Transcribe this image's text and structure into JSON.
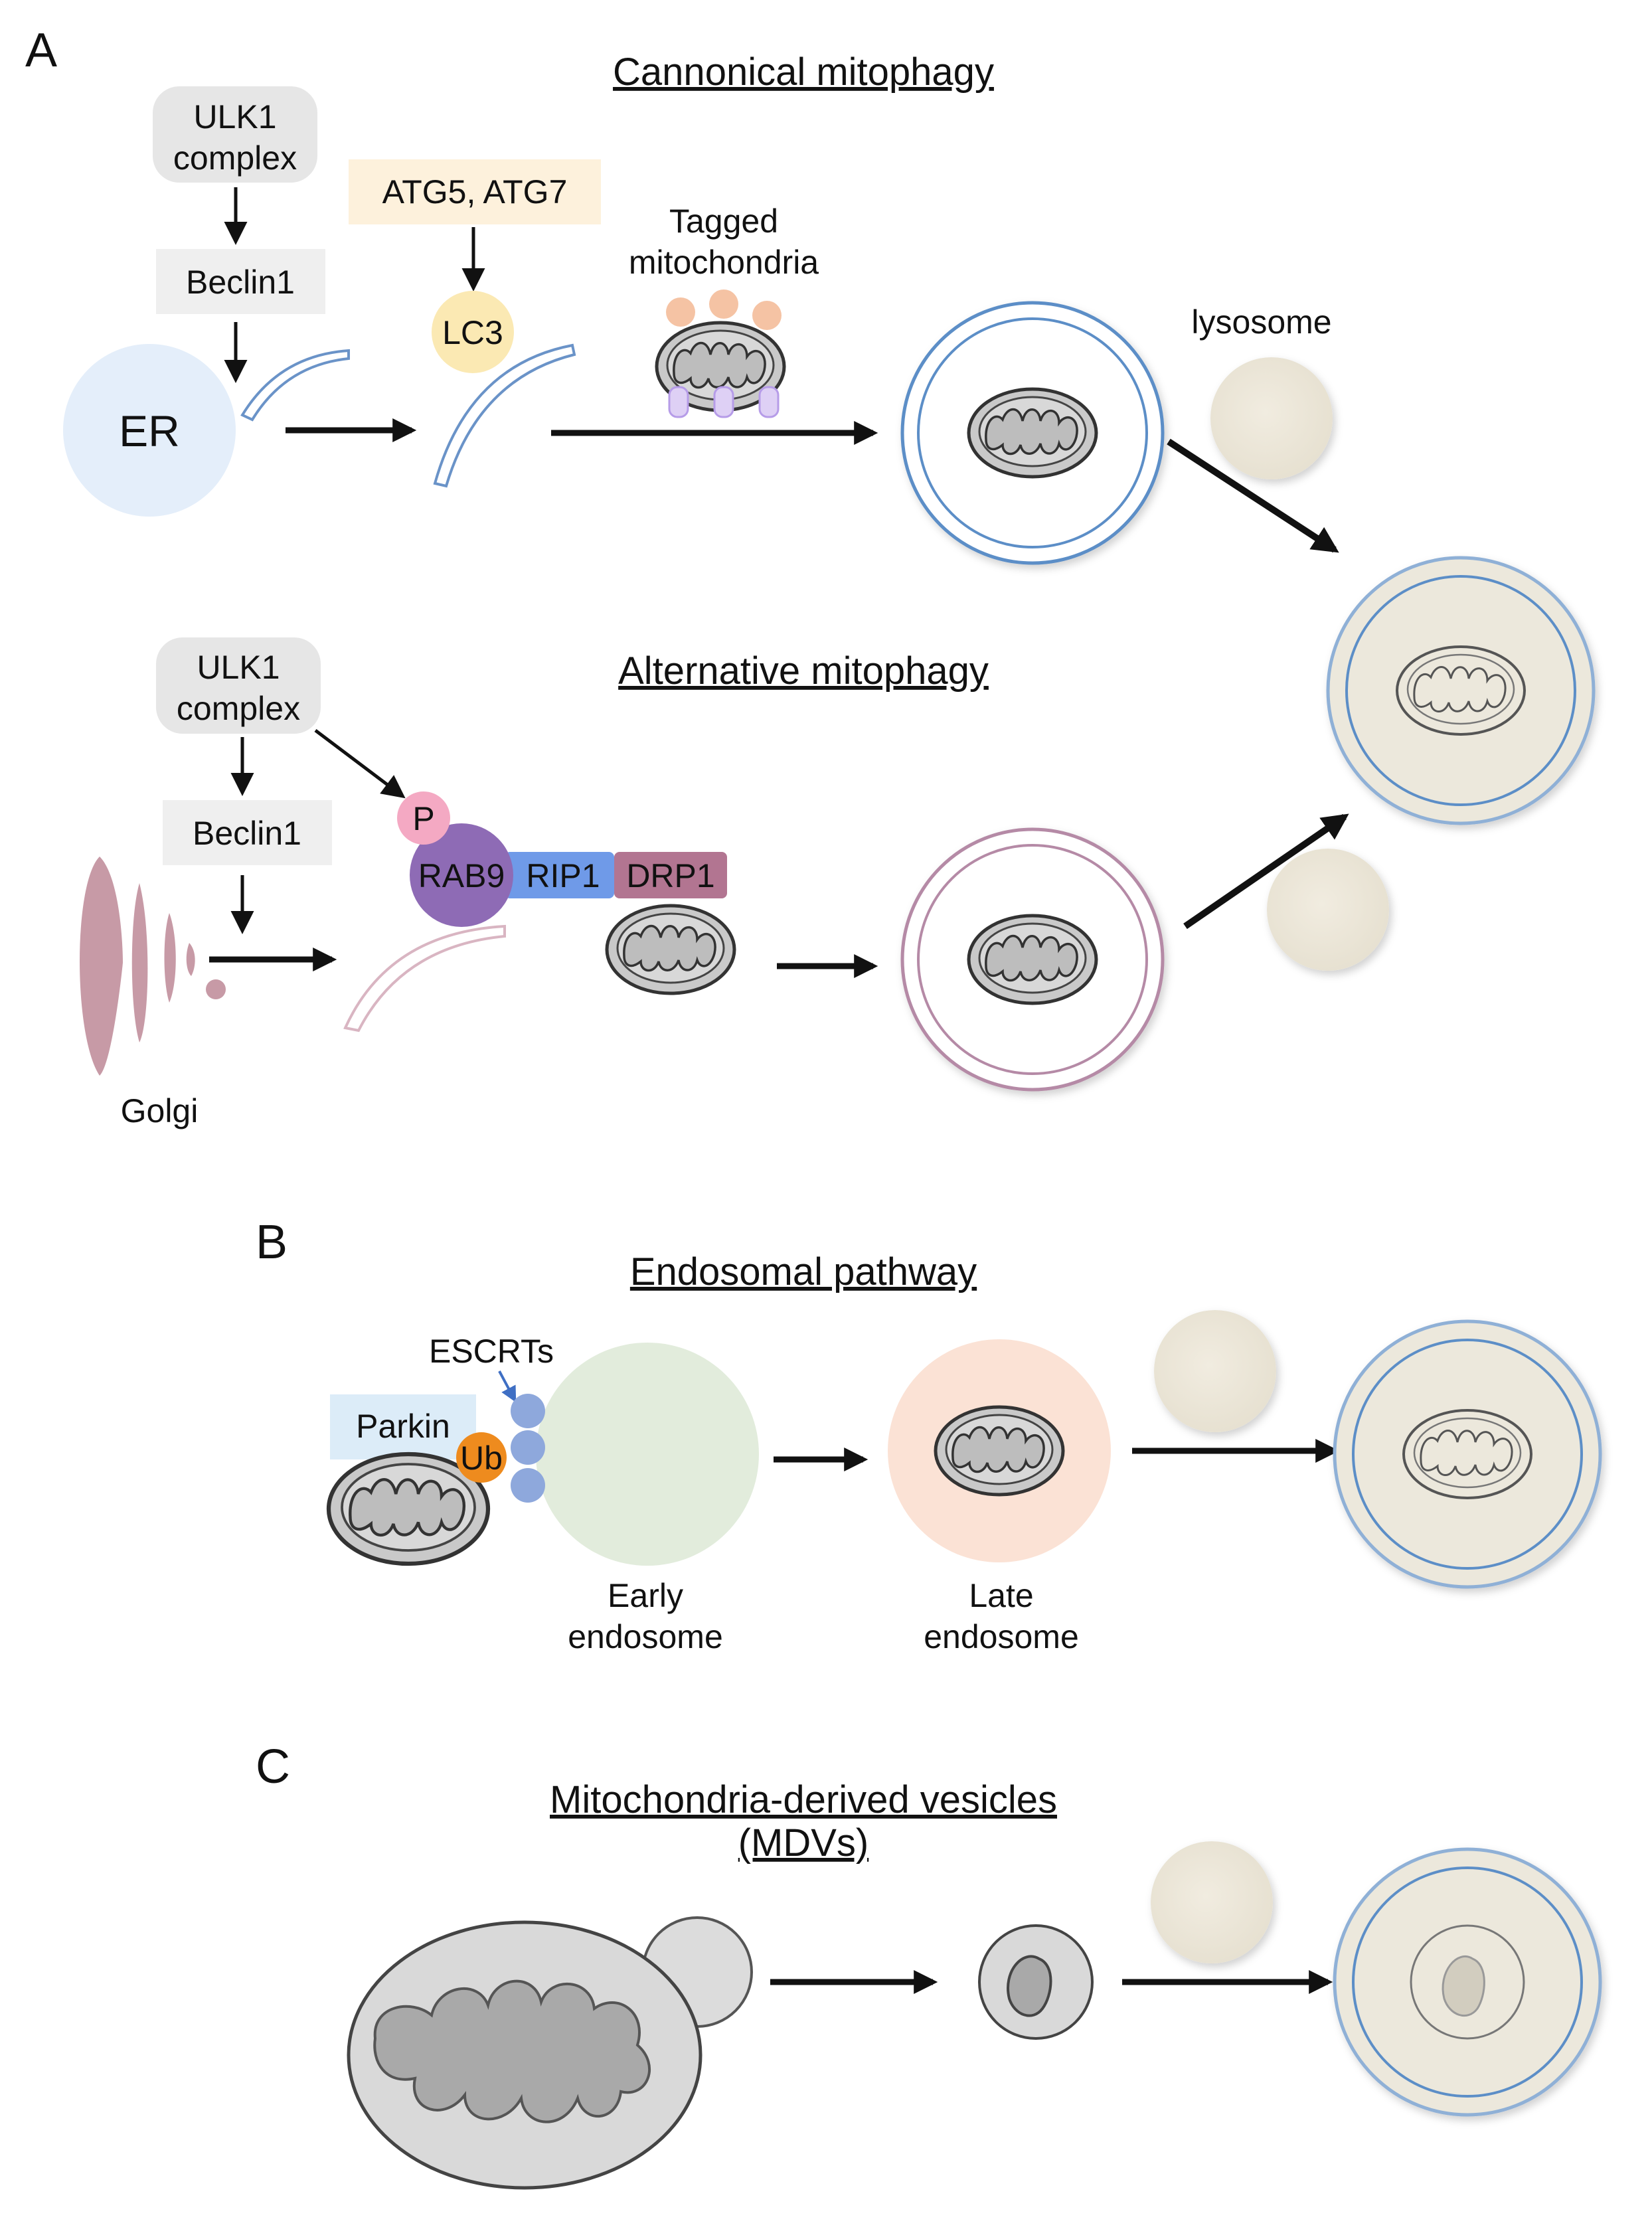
{
  "panels": {
    "a": {
      "letter": "A"
    },
    "b": {
      "letter": "B"
    },
    "c": {
      "letter": "C"
    }
  },
  "canonical": {
    "title": "Cannonical mitophagy",
    "ulk1_line1": "ULK1",
    "ulk1_line2": "complex",
    "beclin1": "Beclin1",
    "atg": "ATG5, ATG7",
    "lc3": "LC3",
    "tagged_line1": "Tagged",
    "tagged_line2": "mitochondria",
    "er": "ER",
    "lysosome": "lysosome"
  },
  "alternative": {
    "title": "Alternative  mitophagy",
    "ulk1_line1": "ULK1",
    "ulk1_line2": "complex",
    "beclin1": "Beclin1",
    "p": "P",
    "rab9": "RAB9",
    "rip1": "RIP1",
    "drp1": "DRP1",
    "golgi": "Golgi"
  },
  "endosomal": {
    "title": "Endosomal pathway",
    "escrts": "ESCRTs",
    "parkin": "Parkin",
    "ub": "Ub",
    "early_line1": "Early",
    "early_line2": "endosome",
    "late_line1": "Late",
    "late_line2": "endosome"
  },
  "mdv": {
    "title_line1": "Mitochondria-derived vesicles",
    "title_line2": "(MDVs)"
  },
  "colors": {
    "er": "#e4eefa",
    "lysosome_fill": "#ece8dc",
    "autophagosome_blue": "#5b8ec7",
    "autophagosome_pink": "#b58aa6",
    "mito_fill": "#c7c7c7",
    "lc3": "#fbe9b3",
    "atg_box": "#fdf1dc",
    "rab9": "#8e6bb5",
    "rip1": "#6f9ae8",
    "drp1": "#b27591",
    "p_circle": "#f4a9c3",
    "ub": "#ee8b1e",
    "escrt": "#8ea8dc",
    "parkin_box": "#dcecf8",
    "early_endosome": "#e2ecdc",
    "late_endosome": "#fbe2d5",
    "tag_orange": "#f5c3a4",
    "tag_purple": "#ded0f5",
    "golgi": "#c79aa6"
  }
}
